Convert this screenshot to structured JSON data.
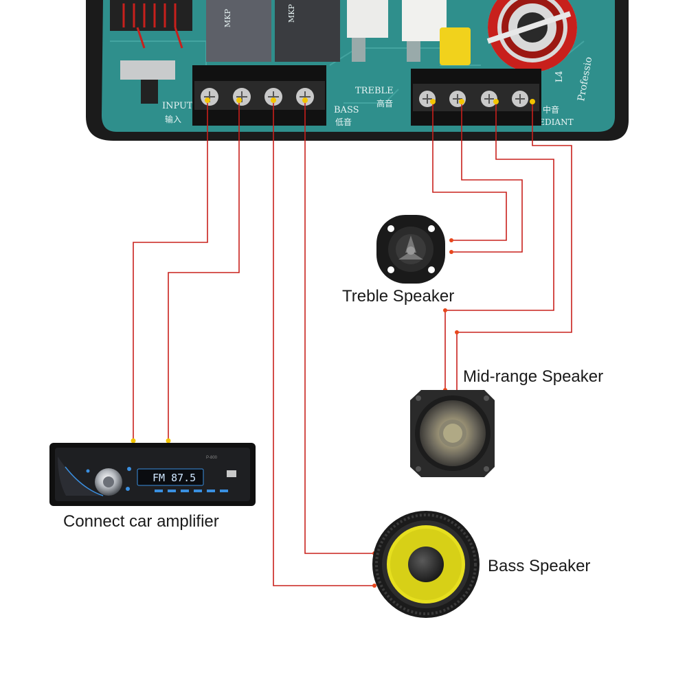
{
  "pcb": {
    "input_label": "INPUT",
    "input_cn": "输入",
    "bass_label": "BASS",
    "bass_cn": "低音",
    "treble_label": "TREBLE",
    "treble_cn": "高音",
    "mid_label": "MEDIANT",
    "mid_cn": "中音",
    "brand_partial": "Professio",
    "coil_label": "L4",
    "capacitor_label_1": "MKP",
    "capacitor_label_2": "MKP"
  },
  "head_unit": {
    "display": "FM 87.5",
    "model": "P-800"
  },
  "captions": {
    "treble": "Treble Speaker",
    "mid": "Mid-range Speaker",
    "bass": "Bass Speaker",
    "amp": "Connect car amplifier"
  },
  "colors": {
    "wire": "#c8201c",
    "pcb": "#2f8f8c",
    "pcb_dark": "#1d6563",
    "terminal_dot": "#f2c400",
    "bass_cone": "#e6df1f",
    "head_unit_accent": "#3a8fe0"
  }
}
